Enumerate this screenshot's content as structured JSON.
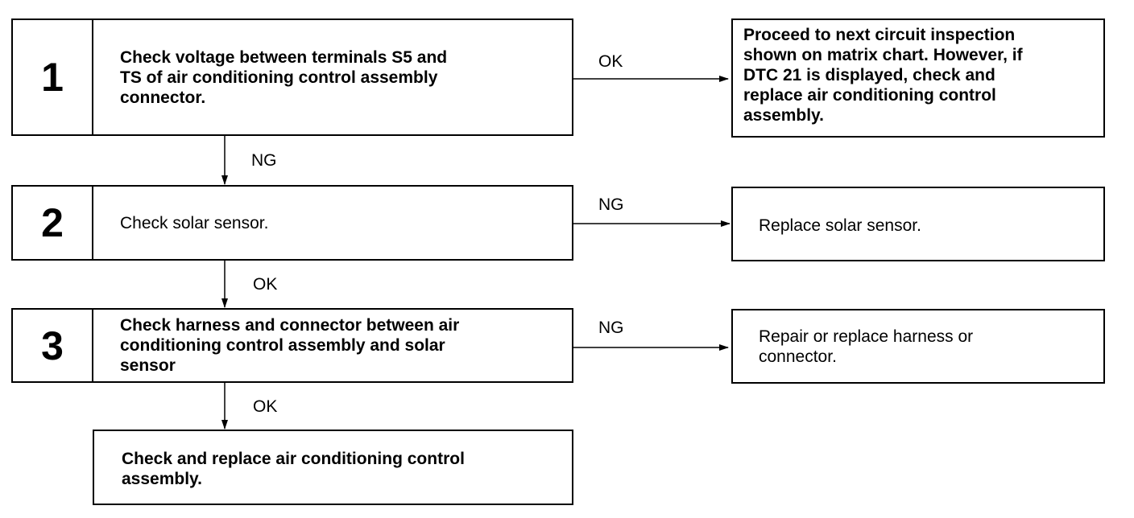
{
  "steps": [
    {
      "number": "1",
      "text": "Check voltage between terminals S5 and\nTS of air conditioning control assembly\nconnector."
    },
    {
      "number": "2",
      "text": "Check solar sensor."
    },
    {
      "number": "3",
      "text": "Check harness and connector between air\nconditioning control assembly and solar\nsensor"
    }
  ],
  "final_step": {
    "text": "Check and replace air conditioning control\nassembly."
  },
  "results": [
    {
      "text": "Proceed to next circuit inspection\nshown on matrix chart. However, if\nDTC 21 is displayed, check and\nreplace air conditioning control\nassembly."
    },
    {
      "text": "Replace solar sensor."
    },
    {
      "text": "Repair or replace harness or\nconnector."
    }
  ],
  "labels": {
    "step1_right": "OK",
    "step1_down": "NG",
    "step2_right": "NG",
    "step2_down": "OK",
    "step3_right": "NG",
    "step3_down": "OK"
  }
}
